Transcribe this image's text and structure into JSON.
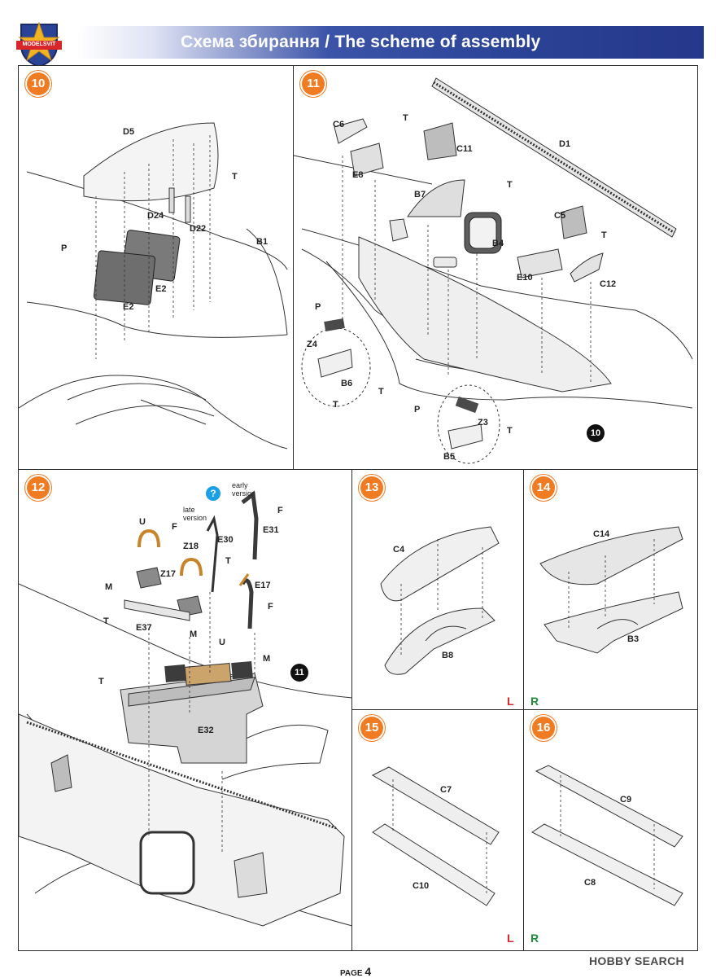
{
  "header": {
    "logo_text": "MODELSVIT",
    "title": "Схема збирання / The scheme of assembly"
  },
  "steps": {
    "s10": {
      "number": "10",
      "labels": {
        "d5": "D5",
        "d24": "D24",
        "d22": "D22",
        "t": "T",
        "b1": "B1",
        "p": "P",
        "e2a": "E2",
        "e2b": "E2"
      }
    },
    "s11": {
      "number": "11",
      "ref": "10",
      "labels": {
        "c6": "C6",
        "t1": "T",
        "c11": "C11",
        "d1": "D1",
        "e8": "E8",
        "t2": "T",
        "b7": "B7",
        "c5": "C5",
        "t3": "T",
        "b4": "B4",
        "e10": "E10",
        "c12": "C12",
        "p1": "P",
        "z4": "Z4",
        "b6": "B6",
        "t4": "T",
        "t5": "T",
        "p2": "P",
        "z3": "Z3",
        "t6": "T",
        "b5": "B5"
      }
    },
    "s12": {
      "number": "12",
      "ref": "11",
      "help": "?",
      "early": "early version",
      "late": "late version",
      "labels": {
        "u1": "U",
        "f1": "F",
        "z18": "Z18",
        "e30": "E30",
        "e31": "E31",
        "f2": "F",
        "t1": "T",
        "z17": "Z17",
        "m1": "M",
        "e17": "E17",
        "f3": "F",
        "t2": "T",
        "e37": "E37",
        "m2": "M",
        "u2": "U",
        "m3": "M",
        "t3": "T",
        "e32": "E32"
      }
    },
    "s13": {
      "number": "13",
      "labels": {
        "c4": "C4",
        "b8": "B8"
      },
      "side": "L"
    },
    "s14": {
      "number": "14",
      "labels": {
        "c14": "C14",
        "b3": "B3"
      },
      "side": "R"
    },
    "s15": {
      "number": "15",
      "labels": {
        "c7": "C7",
        "c10": "C10"
      },
      "side": "L"
    },
    "s16": {
      "number": "16",
      "labels": {
        "c9": "C9",
        "c8": "C8"
      },
      "side": "R"
    }
  },
  "footer": {
    "page_label": "PAGE",
    "page_number": "4",
    "watermark": "HOBBY SEARCH"
  },
  "colors": {
    "accent_orange": "#ef7b22",
    "title_blue": "#2b4396",
    "left_red": "#d9262a",
    "right_green": "#1f8a3a",
    "part_grey": "#d8d8d8",
    "dark_part": "#6e6e6e",
    "strap_orange": "#c8842a"
  }
}
